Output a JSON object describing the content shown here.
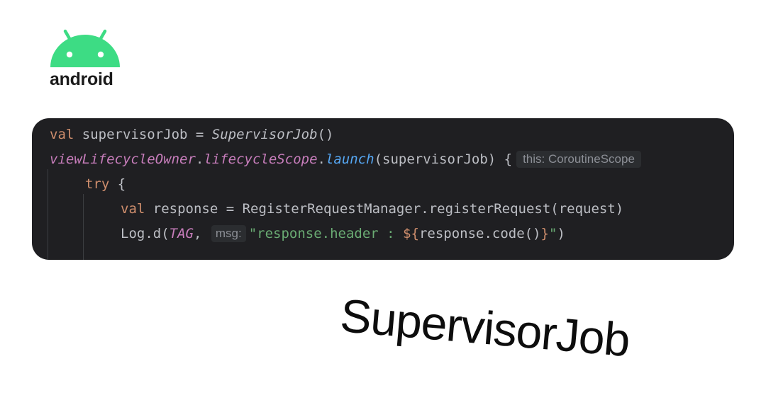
{
  "logo": {
    "icon": "android-robot-icon",
    "wordmark": "android",
    "color": "#3ddc84"
  },
  "code": {
    "line1": {
      "kw": "val",
      "name": " supervisorJob = ",
      "call": "SupervisorJob",
      "end": "()"
    },
    "line2": {
      "owner": "viewLifecycleOwner",
      "dot1": ".",
      "scope": "lifecycleScope",
      "dot2": ".",
      "launch": "launch",
      "args": "(supervisorJob) {",
      "hint": "this: CoroutineScope"
    },
    "line3": {
      "kw": "try",
      "brace": " {"
    },
    "line4": {
      "kw": "val",
      "rest": " response = RegisterRequestManager.registerRequest(request)"
    },
    "line5": {
      "start": "Log.d(",
      "tag": "TAG",
      "comma": ", ",
      "hint": "msg:",
      "str_open": "\"response.header : ",
      "tpl_open": "${",
      "expr": "response.code()",
      "tpl_close": "}",
      "str_close": "\"",
      "end": ")"
    }
  },
  "title": "SupervisorJob",
  "colors": {
    "panel_bg": "#1f1f22",
    "keyword": "#cf8e6d",
    "function": "#56a8f5",
    "property": "#c77dbb",
    "string": "#6aab73",
    "text": "#bcbec4"
  }
}
